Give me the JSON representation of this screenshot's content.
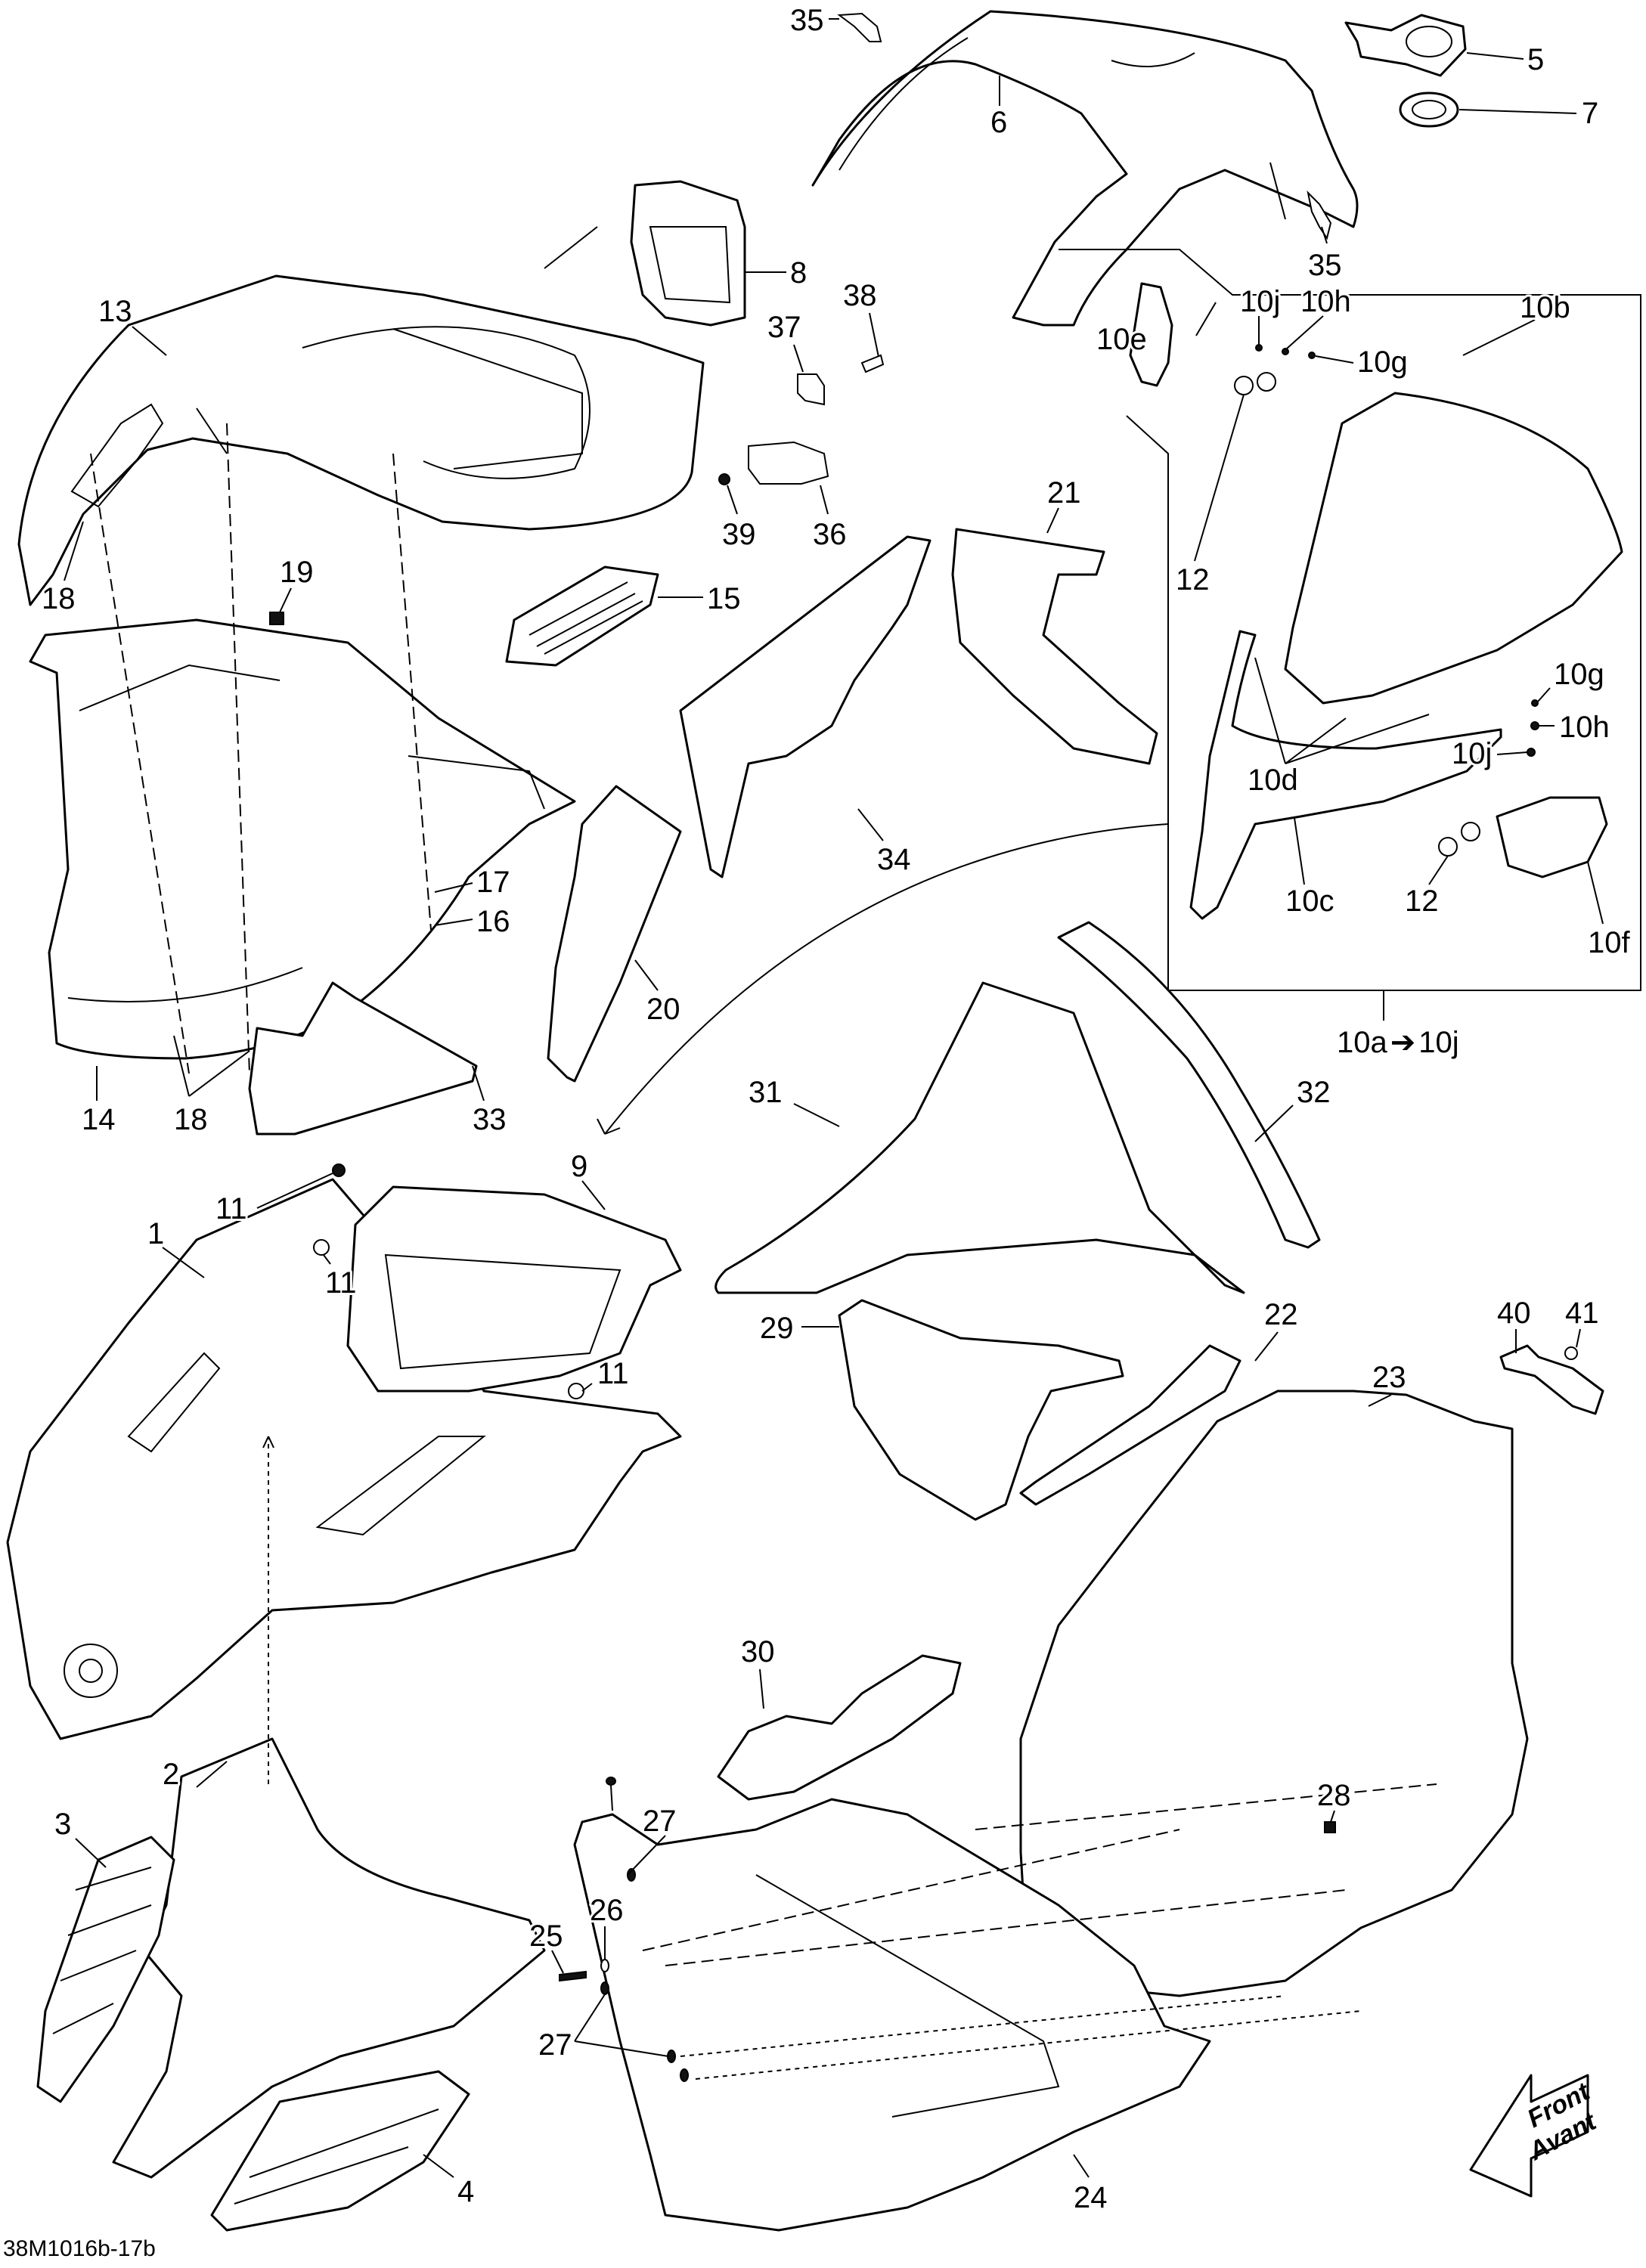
{
  "drawing_id": "38M1016b-17b",
  "front_arrow": {
    "line1": "Front",
    "line2": "Avant"
  },
  "kit_label": {
    "from": "10a",
    "arrow": "➔",
    "to": "10j"
  },
  "callouts": {
    "p1": "1",
    "p2": "2",
    "p3": "3",
    "p4": "4",
    "p5": "5",
    "p6": "6",
    "p7": "7",
    "p8": "8",
    "p9": "9",
    "p10b": "10b",
    "p10c": "10c",
    "p10d": "10d",
    "p10e": "10e",
    "p10f": "10f",
    "p10g_a": "10g",
    "p10g_b": "10g",
    "p10h_a": "10h",
    "p10h_b": "10h",
    "p10j_a": "10j",
    "p10j_b": "10j",
    "p11_a": "11",
    "p11_b": "11",
    "p11_c": "11",
    "p12_a": "12",
    "p12_b": "12",
    "p13": "13",
    "p14": "14",
    "p15": "15",
    "p16": "16",
    "p17": "17",
    "p18_a": "18",
    "p18_b": "18",
    "p19": "19",
    "p20": "20",
    "p21": "21",
    "p22": "22",
    "p23": "23",
    "p24": "24",
    "p25": "25",
    "p26": "26",
    "p27_a": "27",
    "p27_b": "27",
    "p28": "28",
    "p29": "29",
    "p30": "30",
    "p31": "31",
    "p32": "32",
    "p33": "33",
    "p34": "34",
    "p35_a": "35",
    "p35_b": "35",
    "p36": "36",
    "p37": "37",
    "p38": "38",
    "p39": "39",
    "p40": "40",
    "p41": "41"
  }
}
